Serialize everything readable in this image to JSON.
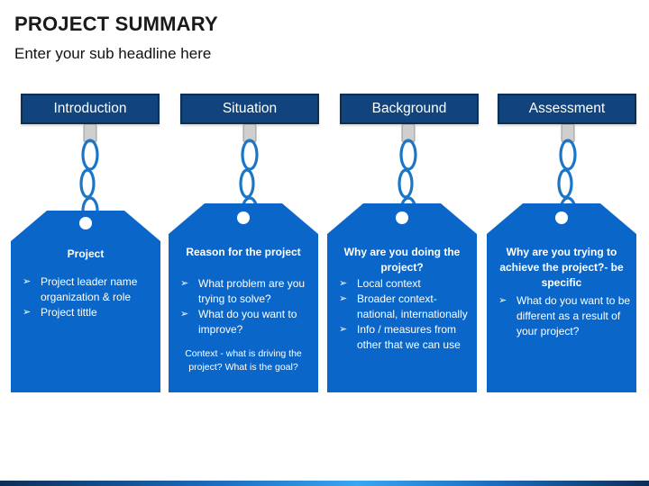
{
  "page": {
    "title": "PROJECT SUMMARY",
    "subtitle": "Enter your sub headline here"
  },
  "colors": {
    "header_fill": "#11447c",
    "tag_fill": "#0a67c9",
    "chain": "#1b76c8",
    "peg": "#cfcfcf",
    "text": "#ffffff"
  },
  "columns": [
    {
      "header": "Introduction",
      "tag_title": "Project",
      "bullets": [
        "Project leader name organization & role",
        "Project tittle"
      ],
      "note": ""
    },
    {
      "header": "Situation",
      "tag_title": "Reason for the project",
      "bullets": [
        "What problem are you trying to solve?",
        "What do you want to improve?"
      ],
      "note": "Context - what is driving the project? What is the goal?"
    },
    {
      "header": "Background",
      "tag_title": "Why are you doing the project?",
      "bullets": [
        "Local context",
        "Broader context- national, internationally",
        "Info / measures from other that we can use"
      ],
      "note": ""
    },
    {
      "header": "Assessment",
      "tag_title": "Why are you trying to achieve the project?- be specific",
      "bullets": [
        "What do you want to be different as a result of your project?"
      ],
      "note": ""
    }
  ]
}
